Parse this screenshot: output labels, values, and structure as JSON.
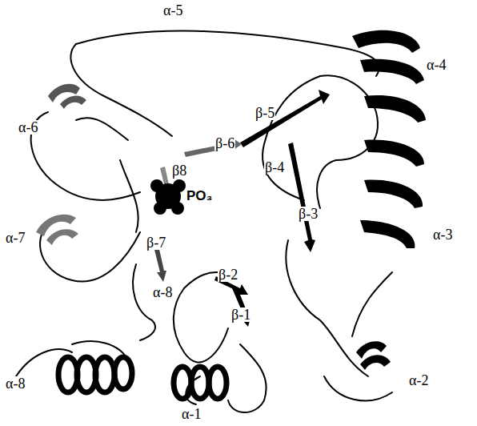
{
  "diagram": {
    "labels": [
      "α-5",
      "α-4",
      "α-6",
      "β-5",
      "β-6",
      "β8",
      "β-4",
      "PO₃",
      "α-3",
      "α-7",
      "β-3",
      "β-7",
      "β-2",
      "α-8",
      "β-1",
      "α-8",
      "α-2",
      "α-1"
    ]
  }
}
